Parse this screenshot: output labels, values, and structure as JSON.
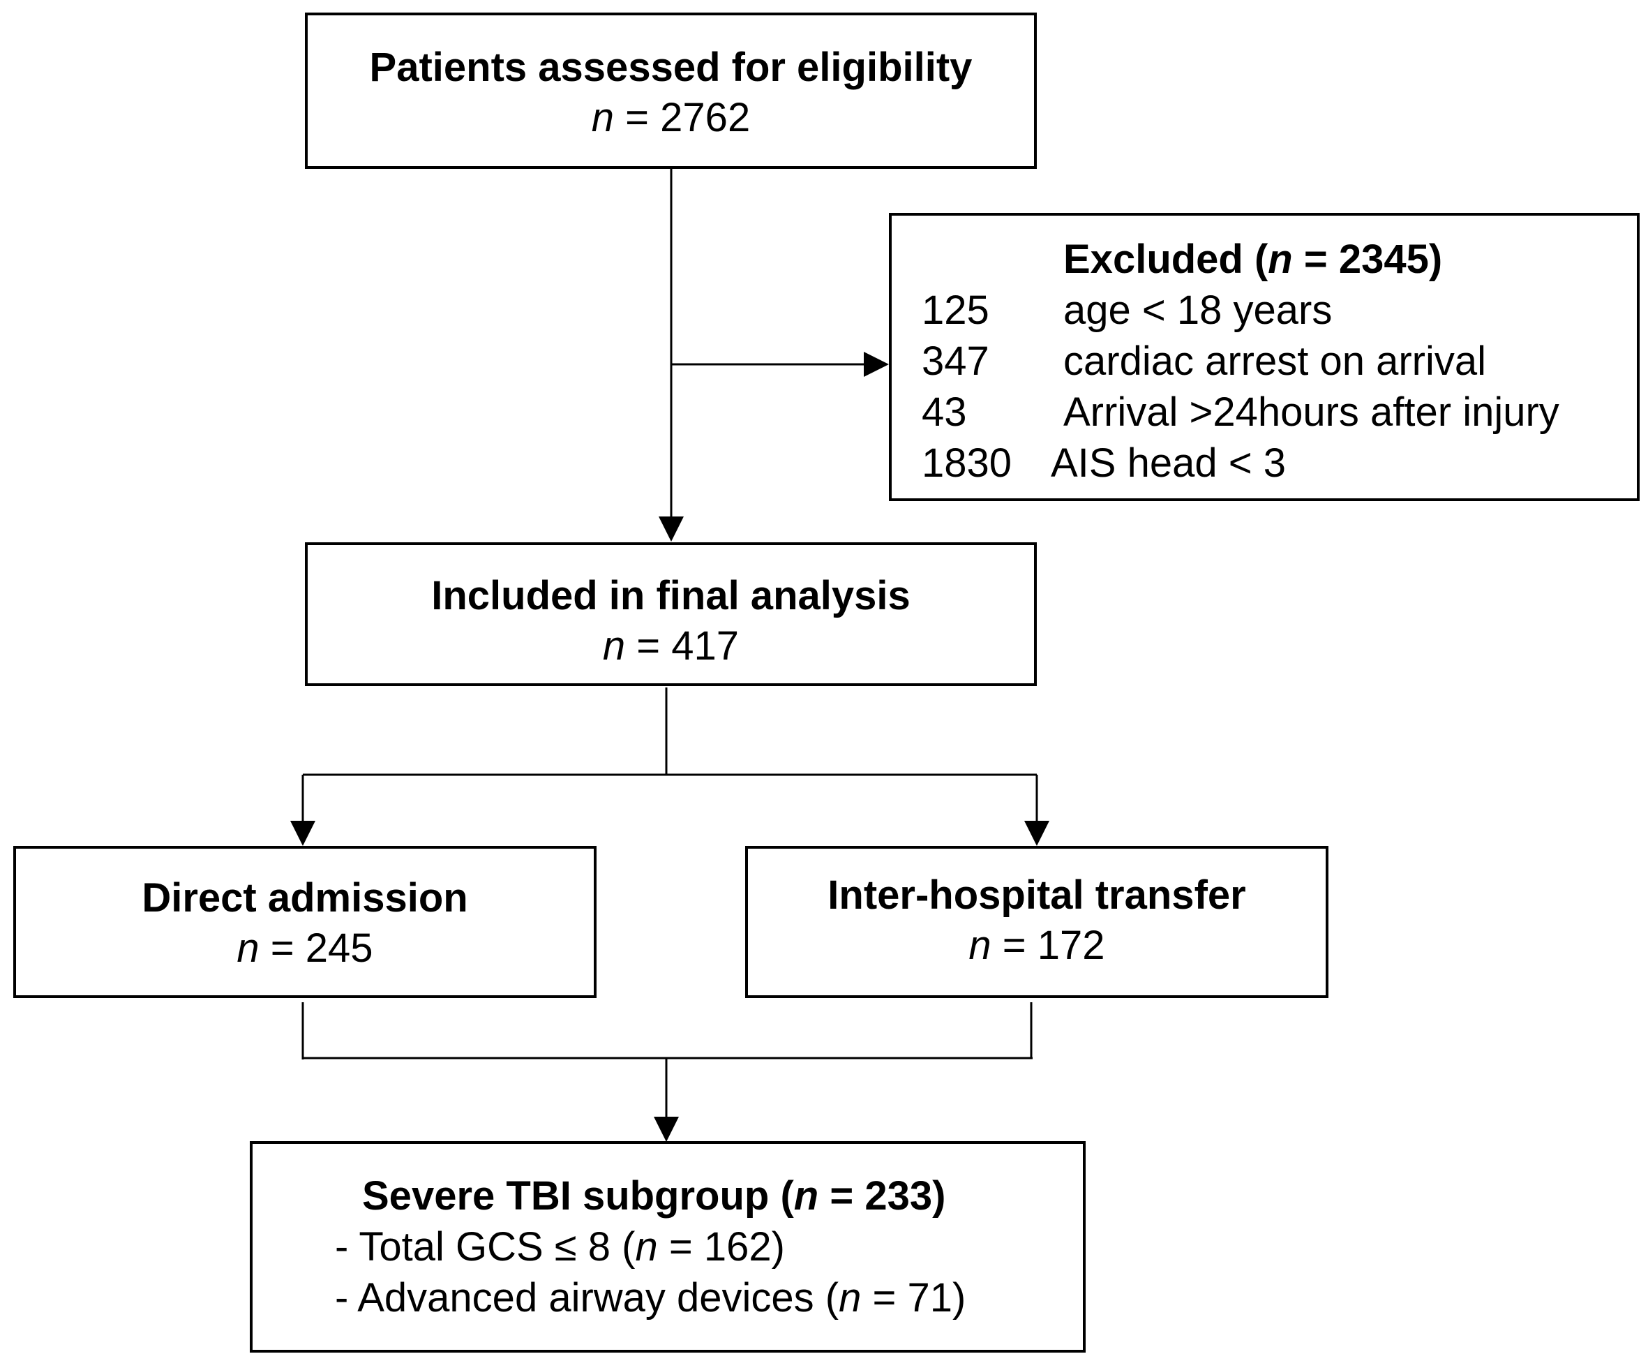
{
  "n_prefix": "n",
  "equals": " = ",
  "boxes": {
    "assessed": {
      "title": "Patients assessed for eligibility",
      "n": "2762"
    },
    "excluded": {
      "title_pre": "Excluded (",
      "n": "2345",
      "title_post": ")",
      "rows": [
        {
          "count": "125",
          "reason": "age < 18 years"
        },
        {
          "count": "347",
          "reason": "cardiac arrest on arrival"
        },
        {
          "count": "43",
          "reason": "Arrival >24hours after injury"
        },
        {
          "count": "1830",
          "reason": "AIS head < 3"
        }
      ]
    },
    "included": {
      "title": "Included in final analysis",
      "n": "417"
    },
    "direct": {
      "title": "Direct admission",
      "n": "245"
    },
    "transfer": {
      "title": "Inter-hospital transfer",
      "n": "172"
    },
    "severe": {
      "title_pre": "Severe TBI subgroup (",
      "n": "233",
      "title_post": ")",
      "items": [
        {
          "pre": "- Total GCS ≤ 8 (",
          "n": "162",
          "post": ")"
        },
        {
          "pre": "- Advanced airway devices (",
          "n": "71",
          "post": ")"
        }
      ]
    }
  }
}
